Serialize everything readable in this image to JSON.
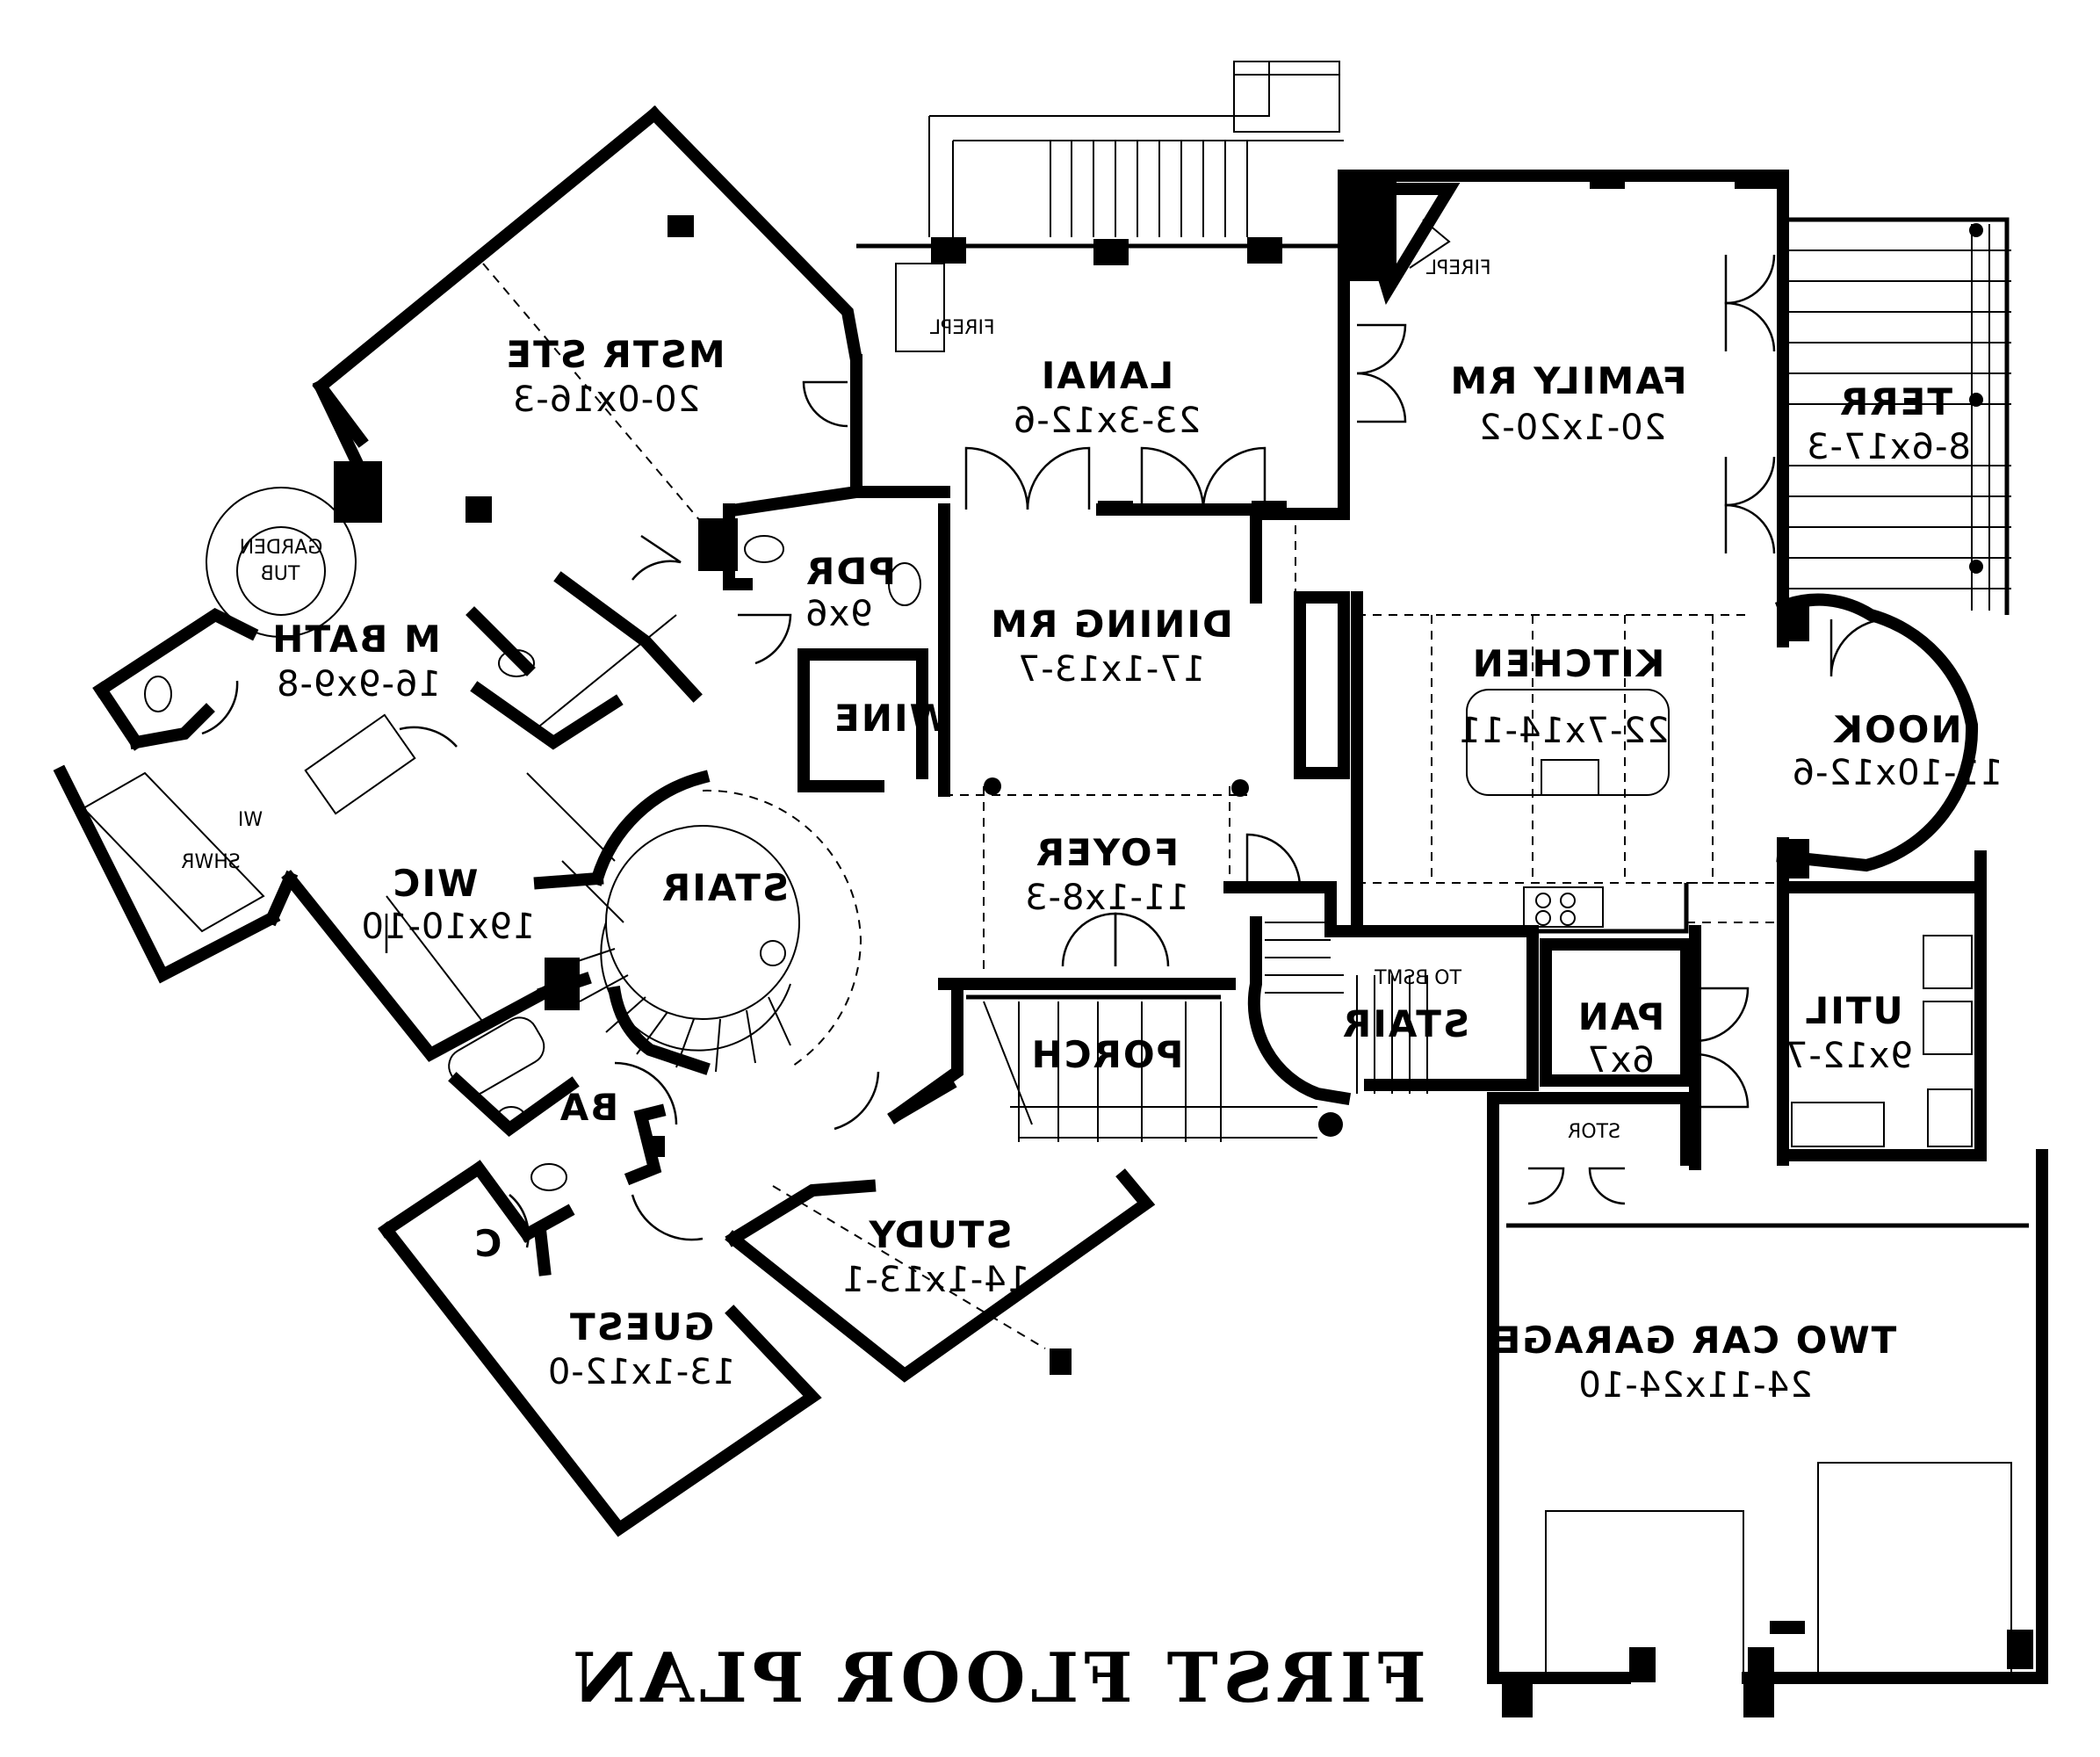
{
  "title": "FIRST FLOOR PLAN",
  "rooms": {
    "master_suite": {
      "name": "MSTR STE",
      "dims": "20-0x16-3"
    },
    "lanai": {
      "name": "LANAI",
      "dims": "23-3x12-6"
    },
    "family_room": {
      "name": "FAMILY RM",
      "dims": "20-1x20-2"
    },
    "terrace": {
      "name": "TERR",
      "dims": "8-6x17-3"
    },
    "powder": {
      "name": "PDR",
      "dims": "9x6"
    },
    "dining_room": {
      "name": "DINING RM",
      "dims": "17-1x13-7"
    },
    "kitchen": {
      "name": "KITCHEN",
      "dims": "22-7x14-11"
    },
    "nook": {
      "name": "NOOK",
      "dims": "11-10x12-6"
    },
    "master_bath": {
      "name": "M BATH",
      "dims": "16-9x9-8"
    },
    "wine": {
      "name": "WINE"
    },
    "walk_in_closet": {
      "name": "WIC",
      "dims": "19x10-10"
    },
    "main_stair": {
      "name": "STAIR"
    },
    "foyer": {
      "name": "FOYER",
      "dims": "11-1x8-3"
    },
    "porch": {
      "name": "PORCH"
    },
    "basement_stair": {
      "name": "STAIR",
      "note": "TO BSMT"
    },
    "pantry": {
      "name": "PAN",
      "dims": "6x7"
    },
    "utility": {
      "name": "UTIL",
      "dims": "9x12-7"
    },
    "bath": {
      "name": "BA"
    },
    "closet": {
      "name": "C"
    },
    "study": {
      "name": "STUDY",
      "dims": "14-1x13-1"
    },
    "guest": {
      "name": "GUEST",
      "dims": "13-1x12-0"
    },
    "storage": {
      "name": "STOR"
    },
    "garage": {
      "name": "TWO CAR GARAGE",
      "dims": "24-11x24-10"
    }
  },
  "fixtures": {
    "fireplace_lanai": "FIREPL",
    "fireplace_family": "FIREPL",
    "garden_tub_line1": "GARDEN",
    "garden_tub_line2": "TUB",
    "shower_line1": "WI",
    "shower_line2": "SHWR"
  }
}
